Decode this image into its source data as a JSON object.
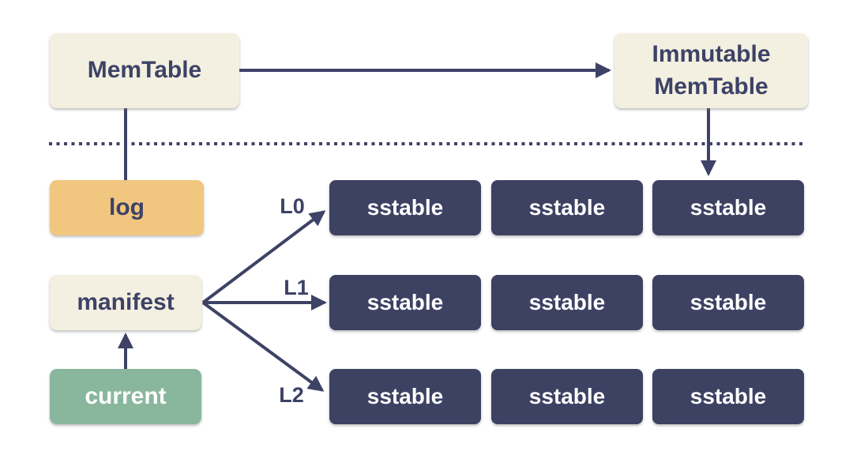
{
  "diagram": {
    "kind": "lsm-tree-architecture",
    "nodes": {
      "memtable": "MemTable",
      "immutable_memtable": "Immutable MemTable",
      "log": "log",
      "manifest": "manifest",
      "current": "current"
    },
    "levels": [
      "L0",
      "L1",
      "L2"
    ],
    "sstable_grid": {
      "rows": [
        [
          "sstable",
          "sstable",
          "sstable"
        ],
        [
          "sstable",
          "sstable",
          "sstable"
        ],
        [
          "sstable",
          "sstable",
          "sstable"
        ]
      ]
    },
    "colors": {
      "line": "#3d4266",
      "cream_box": "#f3f0e1",
      "orange_box": "#f1c67f",
      "green_box": "#89b79d",
      "navy_box": "#3d4263",
      "text_dark": "#3d4266",
      "text_light": "#ffffff",
      "background": "#ffffff"
    }
  }
}
